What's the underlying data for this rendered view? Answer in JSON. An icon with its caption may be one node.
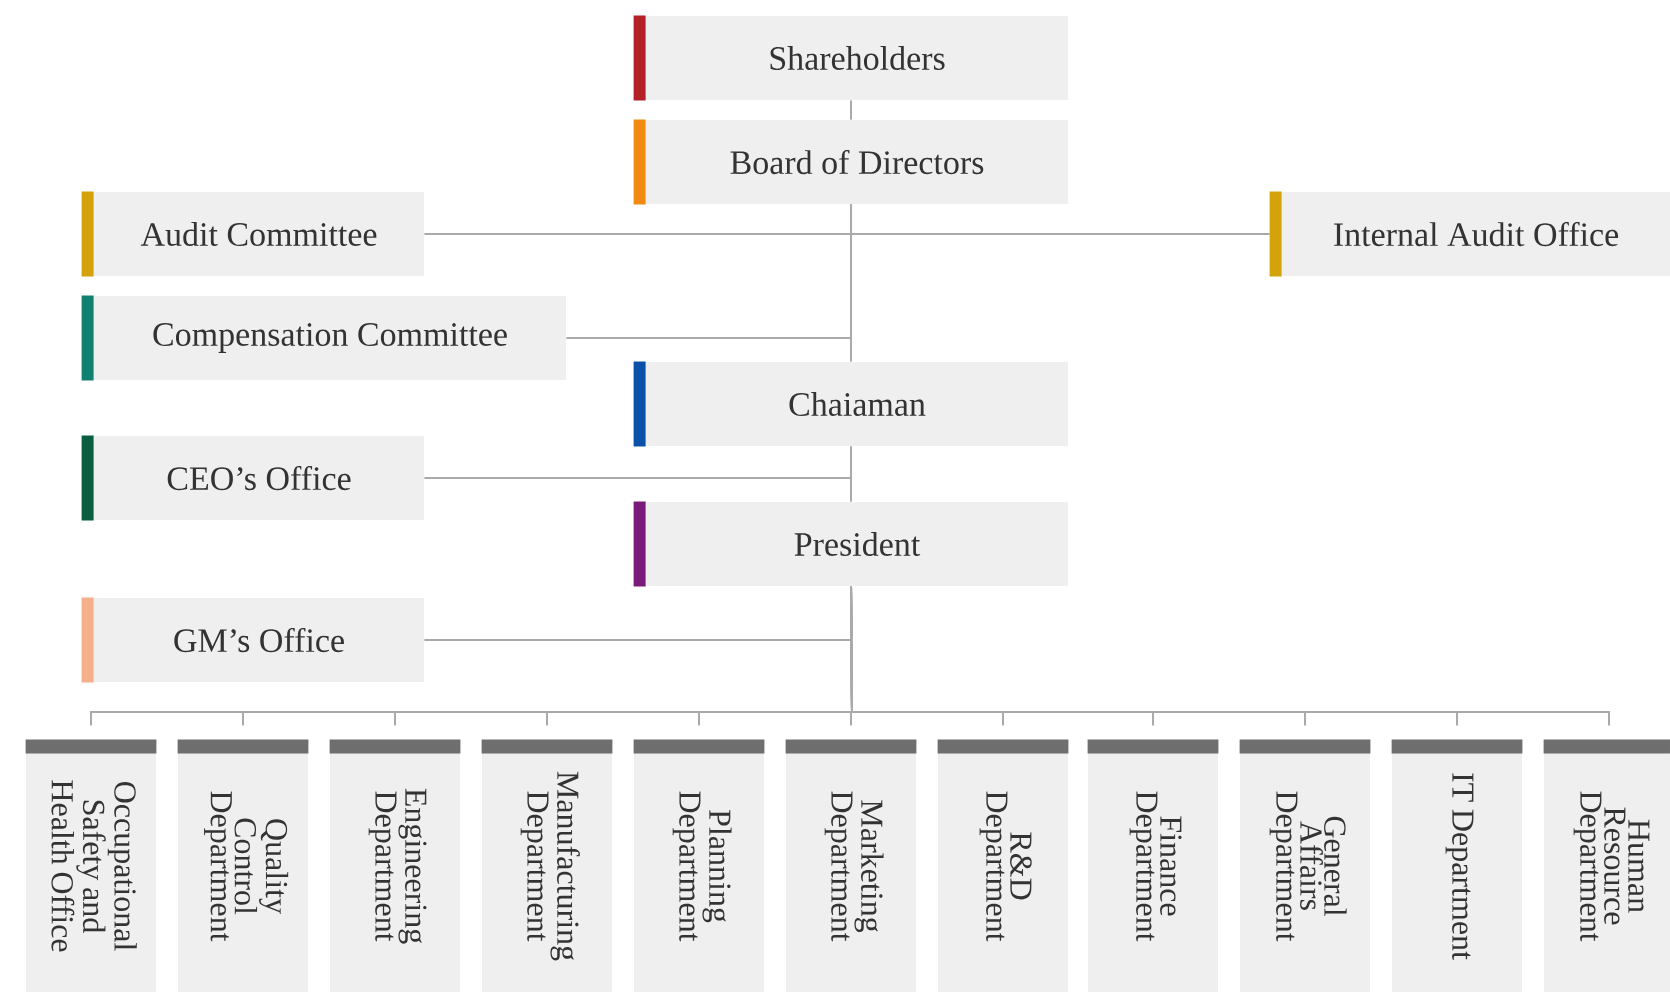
{
  "diagram": {
    "nodes": [
      {
        "text": [
          "Shareholders"
        ]
      },
      {
        "text": [
          "Board of Directors"
        ]
      },
      {
        "text": [
          "Audit Committee"
        ]
      },
      {
        "text": [
          "Internal Audit Office"
        ]
      },
      {
        "text": [
          "Compensation Committee"
        ]
      },
      {
        "text": [
          "Chaiaman"
        ]
      },
      {
        "text": [
          "CEO’s Office"
        ]
      },
      {
        "text": [
          "President"
        ]
      },
      {
        "text": [
          "GM’s Office"
        ]
      },
      {
        "text": [
          "Occupational Safety and Health Office"
        ]
      },
      {
        "text": [
          "Quality Control Department"
        ]
      },
      {
        "text": [
          "Engineering Department"
        ]
      },
      {
        "text": [
          "Manufacturing Department"
        ]
      },
      {
        "text": [
          "Planning Department"
        ]
      },
      {
        "text": [
          "Marketing Department"
        ]
      },
      {
        "text": [
          "R&D Department"
        ]
      },
      {
        "text": [
          "Finance Department"
        ]
      },
      {
        "text": [
          "General Affairs Department"
        ]
      },
      {
        "text": [
          "IT Department"
        ]
      },
      {
        "text": [
          "Human Resource Department"
        ]
      }
    ],
    "edges": [
      {
        "from": 0,
        "to": 1,
        "arrow": "none"
      },
      {
        "from": 1,
        "to": 2,
        "arrow": "none"
      },
      {
        "from": 1,
        "to": 3,
        "arrow": "none"
      },
      {
        "from": 1,
        "to": 4,
        "arrow": "none"
      },
      {
        "from": 1,
        "to": 5,
        "arrow": "none"
      },
      {
        "from": 5,
        "to": 6,
        "arrow": "none"
      },
      {
        "from": 5,
        "to": 7,
        "arrow": "none"
      },
      {
        "from": 7,
        "to": 8,
        "arrow": "none"
      },
      {
        "from": 7,
        "to": 9,
        "arrow": "none"
      },
      {
        "from": 7,
        "to": 10,
        "arrow": "none"
      },
      {
        "from": 7,
        "to": 11,
        "arrow": "none"
      },
      {
        "from": 7,
        "to": 12,
        "arrow": "none"
      },
      {
        "from": 7,
        "to": 13,
        "arrow": "none"
      },
      {
        "from": 7,
        "to": 14,
        "arrow": "none"
      },
      {
        "from": 7,
        "to": 15,
        "arrow": "none"
      },
      {
        "from": 7,
        "to": 16,
        "arrow": "none"
      },
      {
        "from": 7,
        "to": 17,
        "arrow": "none"
      },
      {
        "from": 7,
        "to": 18,
        "arrow": "none"
      },
      {
        "from": 7,
        "to": 19,
        "arrow": "none"
      }
    ]
  }
}
